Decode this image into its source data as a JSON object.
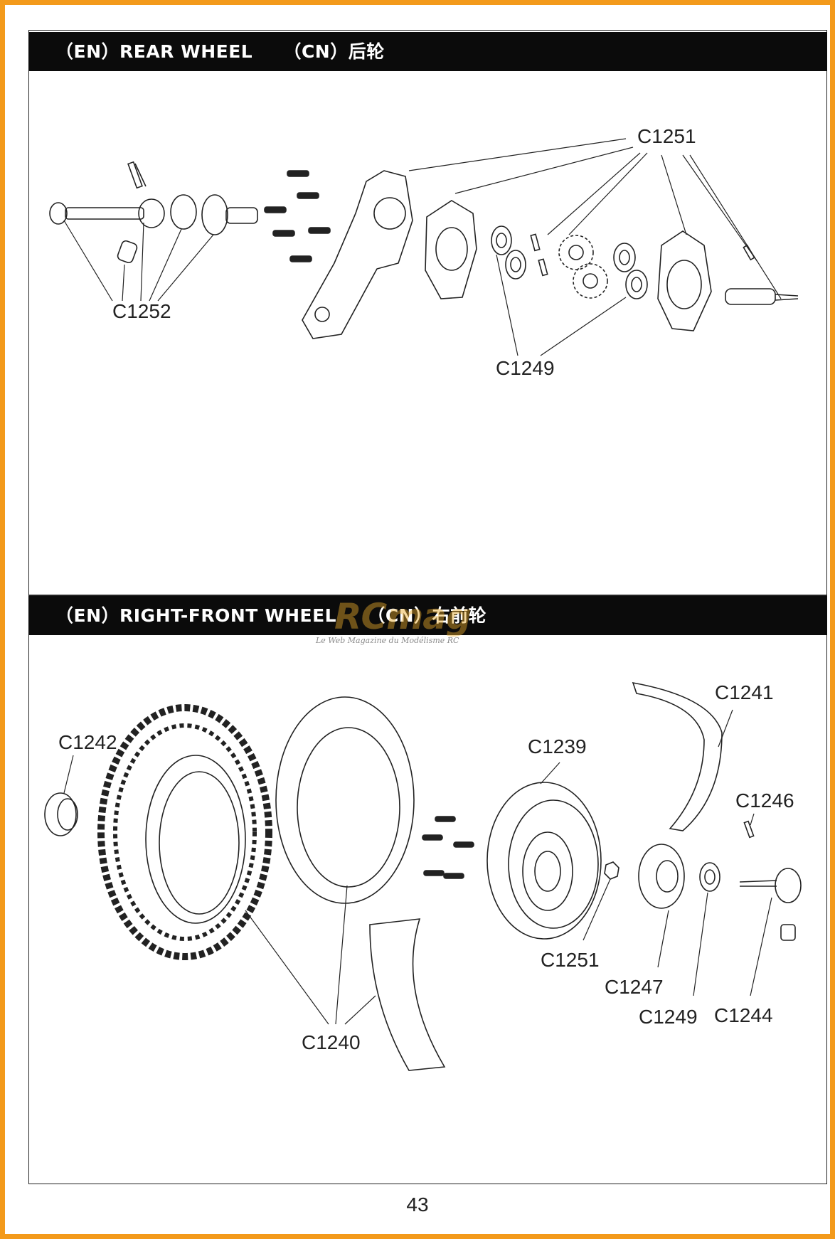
{
  "sections": [
    {
      "title_en": "（EN）REAR WHEEL",
      "title_cn": "（CN）后轮"
    },
    {
      "title_en": "（EN）RIGHT-FRONT WHEEL",
      "title_cn": "（CN）右前轮"
    }
  ],
  "rear_wheel": {
    "callouts": [
      "C1251",
      "C1252",
      "C1249"
    ]
  },
  "front_wheel": {
    "callouts": [
      "C1241",
      "C1242",
      "C1239",
      "C1246",
      "C1251",
      "C1247",
      "C1249",
      "C1244",
      "C1240"
    ]
  },
  "watermark": {
    "logo": "RCmag",
    "tagline": "Le Web Magazine du Modélisme RC"
  },
  "page_number": "43",
  "colors": {
    "frame": "#f39a1b",
    "header_bar": "#0b0b0b",
    "watermark": "#e7a92a"
  }
}
